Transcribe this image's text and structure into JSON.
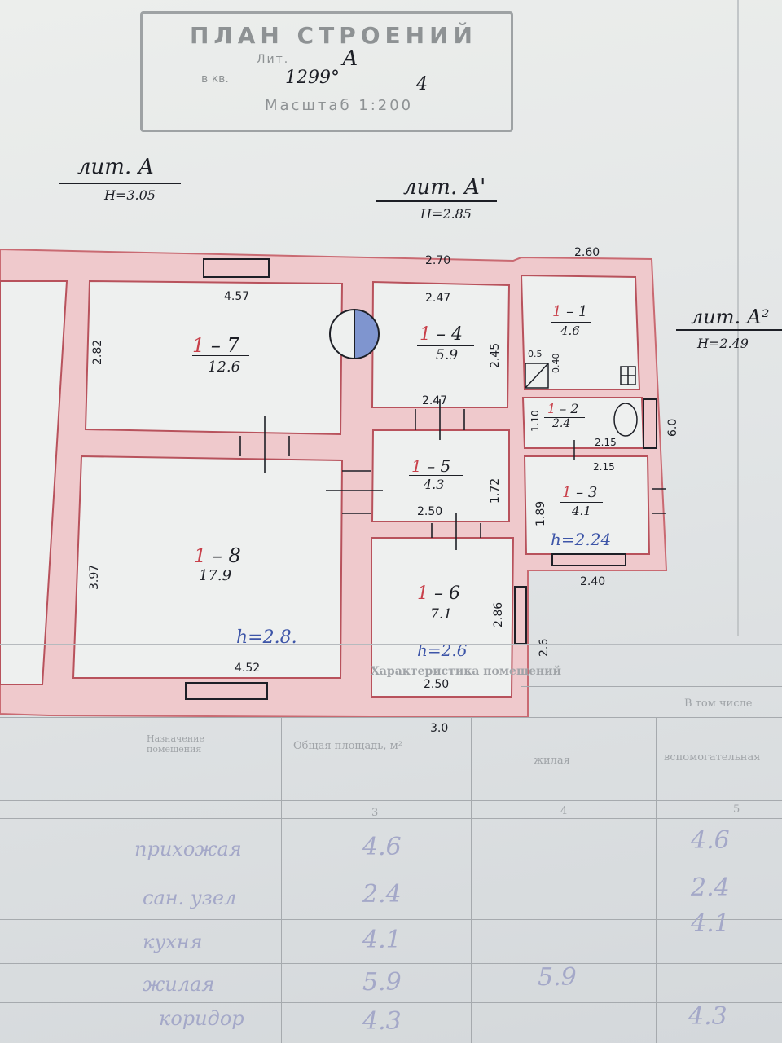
{
  "stamp": {
    "title": "ПЛАН СТРОЕНИЙ",
    "lit_label": "Лит.",
    "lit_value": "А",
    "kv_label": "в кв.",
    "kv_value": "1299°",
    "kv_extra": "4",
    "scale": "Масштаб 1:200"
  },
  "labels": {
    "lit_a": "лит. А",
    "lit_a_h": "Н=3.05",
    "lit_a1": "лит. А'",
    "lit_a1_h": "Н=2.85",
    "lit_a2": "лит. А²",
    "lit_a2_h": "Н=2.49"
  },
  "rooms": [
    {
      "id": "1-7",
      "area": "12.6"
    },
    {
      "id": "1-8",
      "area": "17.9"
    },
    {
      "id": "1-4",
      "area": "5.9"
    },
    {
      "id": "1-5",
      "area": "4.3"
    },
    {
      "id": "1-6",
      "area": "7.1"
    },
    {
      "id": "1-1",
      "area": "4.6"
    },
    {
      "id": "1-2",
      "area": "2.4"
    },
    {
      "id": "1-3",
      "area": "4.1"
    }
  ],
  "dimensions": {
    "d_270": "2.70",
    "d_260": "2.60",
    "d_457": "4.57",
    "d_282": "2.82",
    "d_247a": "2.47",
    "d_245": "2.45",
    "d_247b": "2.47",
    "d_05": "0.5",
    "d_040": "0.40",
    "d_110": "1.10",
    "d_215a": "2.15",
    "d_215b": "2.15",
    "d_172": "1.72",
    "d_189": "1.89",
    "d_250a": "2.50",
    "d_397": "3.97",
    "d_452": "4.52",
    "d_286": "2.86",
    "d_250b": "2.50",
    "d_240": "2.40",
    "d_60": "6.0",
    "d_26": "2.6",
    "d_30": "3.0",
    "h_28": "h=2.8.",
    "h_26": "h=2.6",
    "h_224": "h=2.24"
  },
  "table": {
    "title": "Характеристика помещений",
    "including": "В том числе",
    "col_name": "Назначение помещения",
    "col_total": "Общая площадь, м²",
    "col_living": "жилая",
    "col_aux": "вспомогательная",
    "col_num_3": "3",
    "col_num_4": "4",
    "col_num_5": "5",
    "rows": [
      {
        "name": "прихожая",
        "total": "4.6",
        "living": "",
        "aux": "4.6"
      },
      {
        "name": "сан. узел",
        "total": "2.4",
        "living": "",
        "aux": "2.4"
      },
      {
        "name": "кухня",
        "total": "4.1",
        "living": "",
        "aux": "4.1"
      },
      {
        "name": "жилая",
        "total": "5.9",
        "living": "5.9",
        "aux": ""
      },
      {
        "name": "коридор",
        "total": "4.3",
        "living": "",
        "aux": "4.3"
      }
    ]
  },
  "colors": {
    "wall_fill": "#efc9cc",
    "wall_line": "#c96a72",
    "ink": "#1d1f26",
    "blue_ink": "#3d55a8",
    "red_ink": "#c8404a"
  }
}
